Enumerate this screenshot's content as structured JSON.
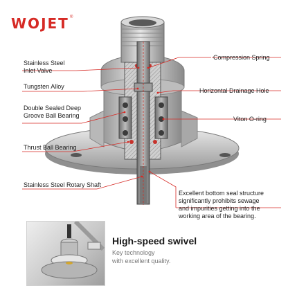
{
  "brand": {
    "name": "WOJET",
    "mark": "®"
  },
  "labels": {
    "inlet_valve_line1": "Stainless Steel",
    "inlet_valve_line2": "Inlet Valve",
    "tungsten_alloy": "Tungsten Alloy",
    "bearing_line1": "Double Sealed Deep",
    "bearing_line2": "Groove Ball Bearing",
    "thrust_bearing": "Thrust Ball Bearing",
    "rotary_shaft": "Stainless Steel Rotary Shaft",
    "compression_spring": "Compression Spring",
    "drainage_hole": "Horizontal Drainage Hole",
    "viton_oring": "Viton O-ring"
  },
  "note": {
    "line1": "Excellent bottom seal structure",
    "line2": "significantly prohibits sewage",
    "line3": "and impurities getting into the",
    "line4": "working area of the bearing."
  },
  "card": {
    "title": "High-speed swivel",
    "subtitle_line1": "Key technology",
    "subtitle_line2": "with excellent quality."
  },
  "colors": {
    "brand": "#d62a25",
    "leader": "#d62a25",
    "body_metal": "#c8c8c8"
  }
}
